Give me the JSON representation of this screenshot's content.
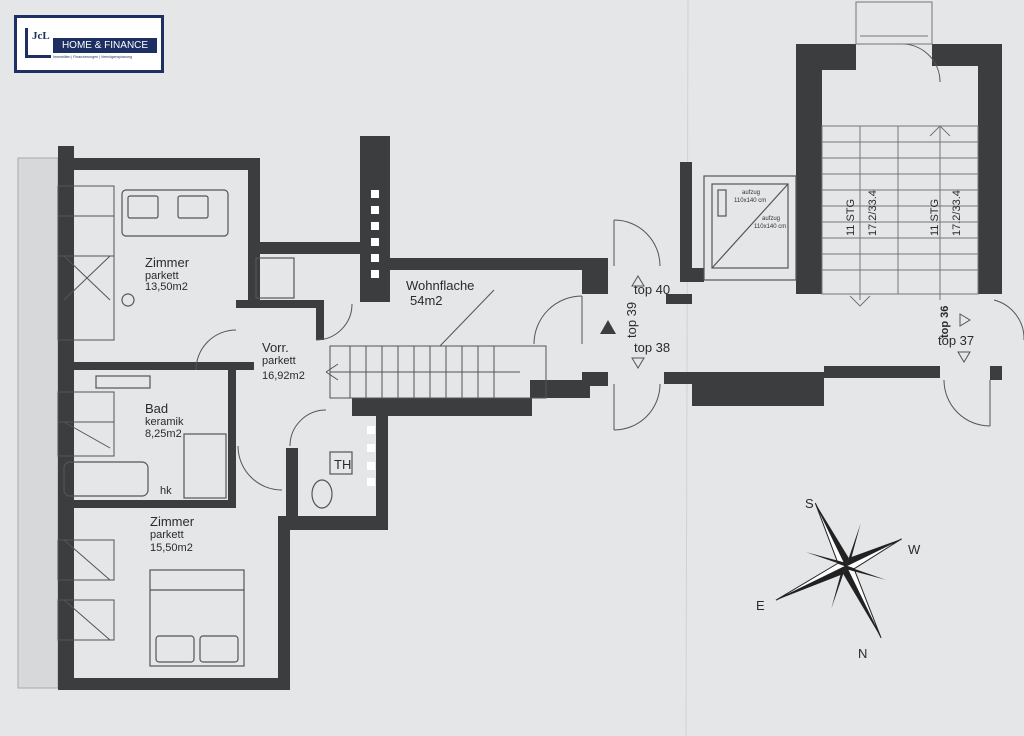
{
  "logo": {
    "mark": "JcL",
    "title": "HOME & FINANCE",
    "tagline": "Immobilien | Finanzierungen | Vermögensplanung"
  },
  "rooms": {
    "zimmer1": {
      "name": "Zimmer",
      "floor": "parkett",
      "area": "13,50m2"
    },
    "vorraum": {
      "name": "Vorr.",
      "floor": "parkett",
      "area": "16,92m2"
    },
    "bad": {
      "name": "Bad",
      "floor": "keramik",
      "area": "8,25m2"
    },
    "zimmer2": {
      "name": "Zimmer",
      "floor": "parkett",
      "area": "15,50m2"
    },
    "wohnflaeche": {
      "name": "Wohnflache",
      "area": "54m2"
    }
  },
  "labels": {
    "th": "TH",
    "hk": "hk",
    "aufzug1": "aufzug",
    "aufzug1_size": "110x140 cm",
    "aufzug2": "aufzug",
    "aufzug2_size": "110x140 cm",
    "stairs1_title": "11 STG",
    "stairs1_dims": "17.2/33.4",
    "stairs2_title": "11 STG",
    "stairs2_dims": "17.2/33.4"
  },
  "units": {
    "top39": "top 39",
    "top40": "top 40",
    "top38": "top 38",
    "top36": "top 36",
    "top37": "top 37"
  },
  "compass": {
    "n": "N",
    "s": "S",
    "e": "E",
    "w": "W"
  }
}
